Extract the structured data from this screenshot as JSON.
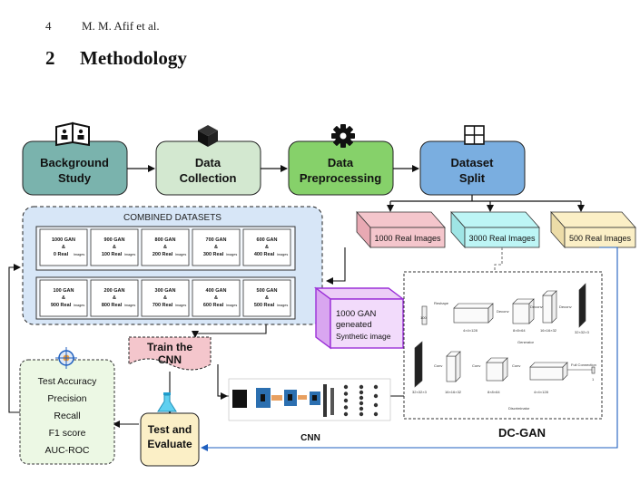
{
  "header": {
    "page_number": "4",
    "authors": "M. M. Afif et al."
  },
  "section": {
    "number": "2",
    "title": "Methodology"
  },
  "flow": {
    "steps": [
      {
        "line1": "Background",
        "line2": "Study",
        "fill": "#7ab3ad"
      },
      {
        "line1": "Data",
        "line2": "Collection",
        "fill": "#d3e8d0"
      },
      {
        "line1": "Data",
        "line2": "Preprocessing",
        "fill": "#86d16a"
      },
      {
        "line1": "Dataset",
        "line2": "Split",
        "fill": "#7aaee0"
      }
    ],
    "icons": [
      "book-icon",
      "cube-icon",
      "gear-icon",
      "grid-icon"
    ]
  },
  "combined": {
    "title": "COMBINED DATASETS",
    "row1": [
      {
        "top": "1000 GAN",
        "bottom": "0 Real"
      },
      {
        "top": "900 GAN",
        "bottom": "100 Real"
      },
      {
        "top": "800 GAN",
        "bottom": "200 Real"
      },
      {
        "top": "700 GAN",
        "bottom": "300 Real"
      },
      {
        "top": "600 GAN",
        "bottom": "400 Real"
      }
    ],
    "row2": [
      {
        "top": "100 GAN",
        "bottom": "900 Real"
      },
      {
        "top": "200 GAN",
        "bottom": "800 Real"
      },
      {
        "top": "300 GAN",
        "bottom": "700 Real"
      },
      {
        "top": "400 GAN",
        "bottom": "600 Real"
      },
      {
        "top": "500 GAN",
        "bottom": "500 Real"
      }
    ],
    "amp": "&",
    "suffix": "Images"
  },
  "splits": [
    {
      "label": "1000 Real Images",
      "color": "#f4c6cc"
    },
    {
      "label": "3000 Real Images",
      "color": "#bdf5f5"
    },
    {
      "label": "500 Real Images",
      "color": "#fbefc6"
    }
  ],
  "gan_box": {
    "line1": "1000 GAN",
    "line2": "geneated",
    "line3": "Synthetic image"
  },
  "train": {
    "line1": "Train the",
    "line2": "CNN"
  },
  "test": {
    "line1": "Test and",
    "line2": "Evaluate"
  },
  "metrics": [
    "Test Accuracy",
    "Precision",
    "Recall",
    "F1 score",
    "AUC-ROC"
  ],
  "cnn_label": "CNN",
  "dcgan": {
    "label": "DC-GAN",
    "generator_label": "Generator",
    "discriminator_label": "Discriminator",
    "gen_labels": [
      "Reshape",
      "Deconv",
      "Deconv",
      "Deconv"
    ],
    "gen_dims": [
      "100",
      "4×4×128",
      "8×8×64",
      "16×16×32",
      "32×32×3"
    ],
    "disc_labels": [
      "Conv",
      "Conv",
      "Conv",
      "Full Connection"
    ],
    "disc_dims": [
      "32×32×3",
      "16×16×32",
      "8×8×64",
      "4×4×128",
      "1"
    ]
  }
}
